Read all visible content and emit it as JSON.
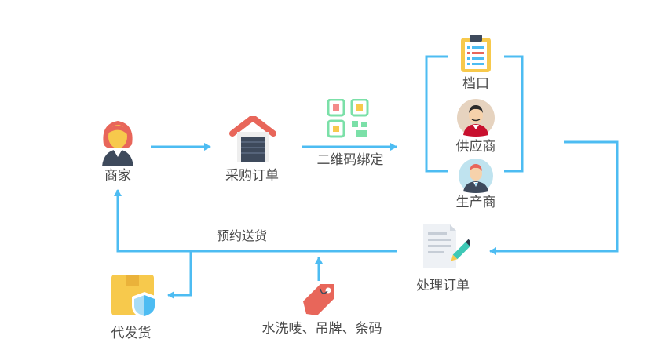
{
  "colors": {
    "flow_line": "#4dbcf2",
    "person_hair": "#e8665a",
    "person_skin": "#f7c94c",
    "person_body": "#3e4a5c",
    "warehouse_roof": "#e8665a",
    "warehouse_door": "#3e4a5c",
    "qr_green": "#7be0a8",
    "clipboard": "#f7c94c",
    "box": "#f7c94c",
    "tag": "#e8665a"
  },
  "nodes": {
    "merchant": {
      "label": "商家",
      "icon": "merchant-person-icon"
    },
    "purchase_order": {
      "label": "采购订单",
      "icon": "warehouse-icon"
    },
    "qr_bind": {
      "label": "二维码绑定",
      "icon": "qr-code-icon"
    },
    "stall": {
      "label": "档口",
      "icon": "clipboard-icon"
    },
    "supplier": {
      "label": "供应商",
      "icon": "supplier-avatar-icon"
    },
    "manufacturer": {
      "label": "生产商",
      "icon": "manufacturer-avatar-icon"
    },
    "process_order": {
      "label": "处理订单",
      "icon": "document-pen-icon"
    },
    "proxy_ship": {
      "label": "代发货",
      "icon": "shield-box-icon"
    },
    "tags": {
      "label": "水洗唛、吊牌、条码",
      "icon": "price-tag-icon"
    }
  },
  "edges": {
    "delivery": {
      "label": "预约送货"
    }
  }
}
